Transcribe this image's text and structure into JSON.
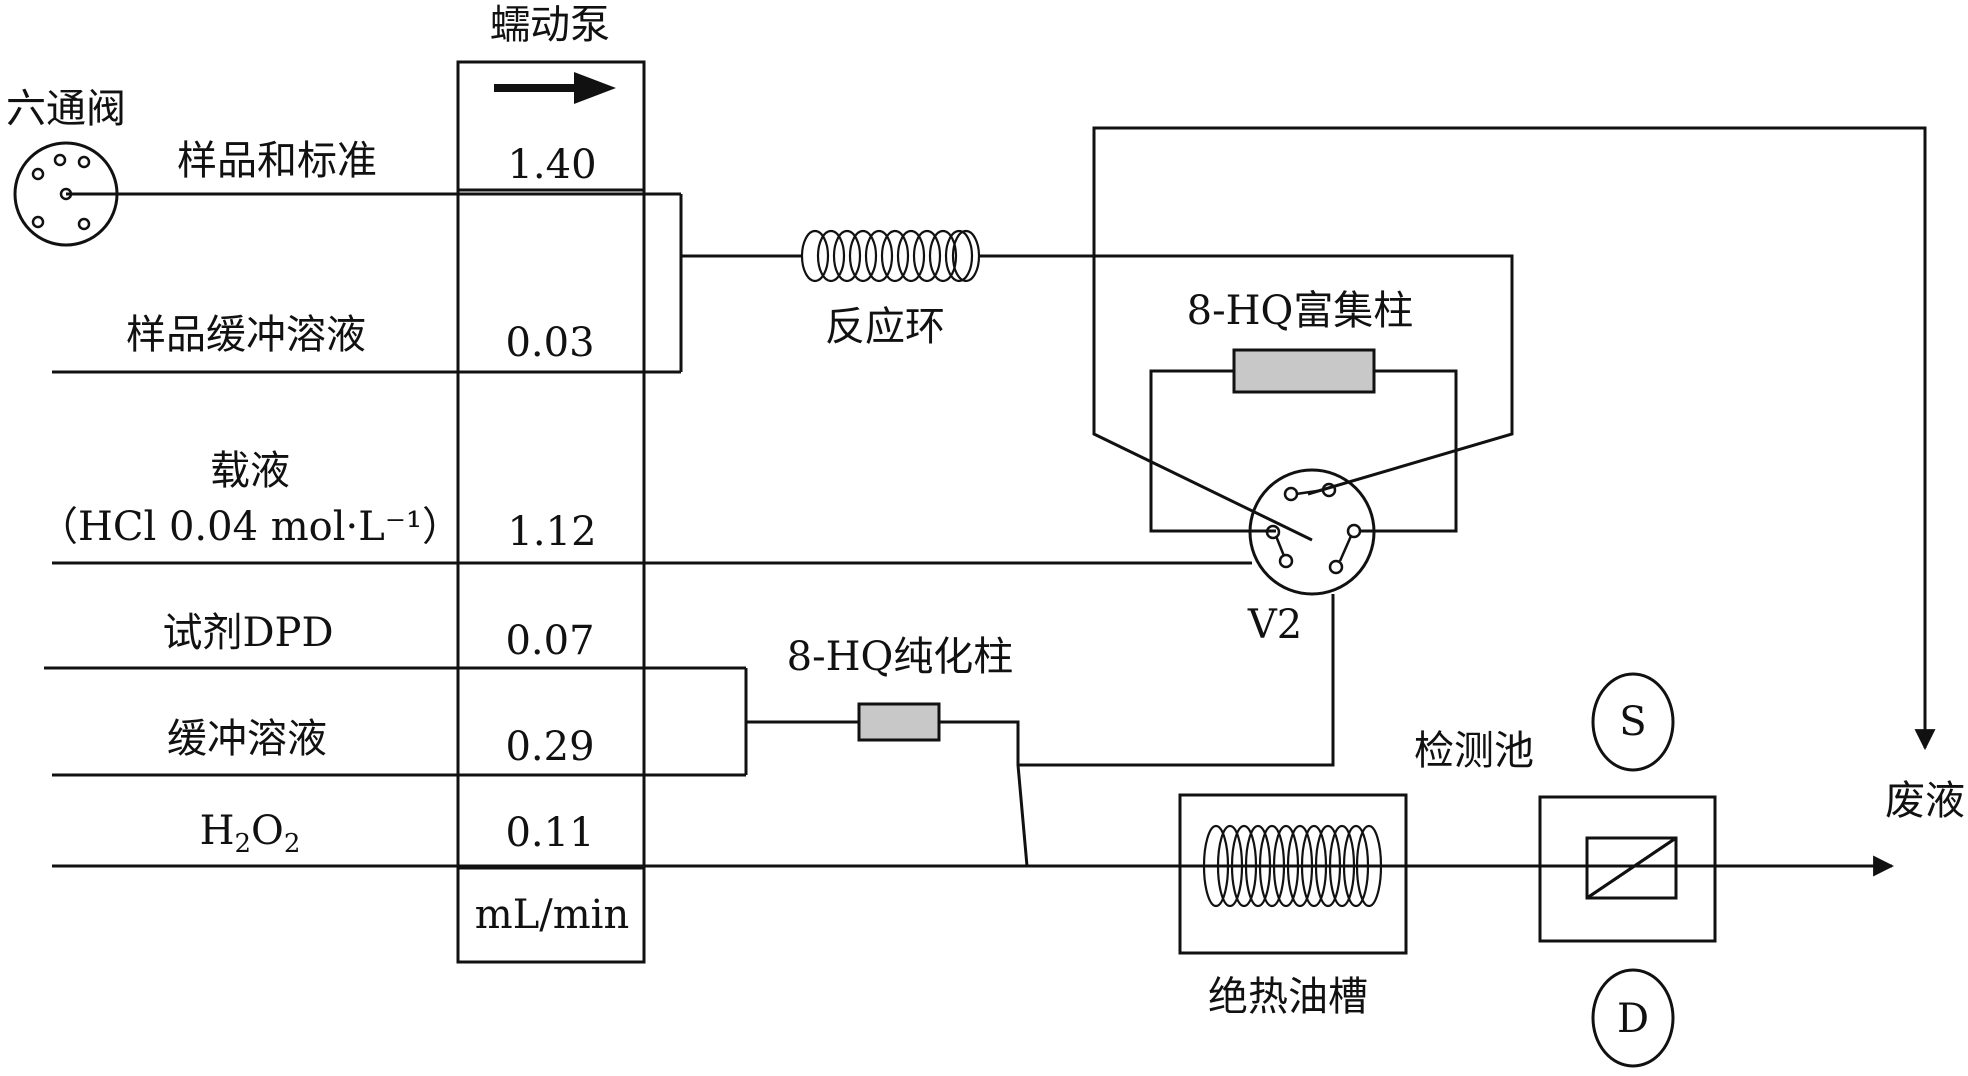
{
  "pump": {
    "title": "蠕动泵",
    "unit": "mL/min",
    "rates": [
      "1.40",
      "0.03",
      "1.12",
      "0.07",
      "0.29",
      "0.11"
    ]
  },
  "inlets": {
    "six_port_valve": "六通阀",
    "sample_standard": "样品和标准",
    "sample_buffer": "样品缓冲溶液",
    "carrier": "载液",
    "carrier_detail": "（HCl 0.04 mol·L⁻¹）",
    "reagent": "试剂DPD",
    "buffer": "缓冲溶液",
    "h2o2": "H",
    "h2o2_sub1": "2",
    "h2o2_o": "O",
    "h2o2_sub2": "2"
  },
  "components": {
    "reaction_loop": "反应环",
    "enrichment_column": "8-HQ富集柱",
    "purification_column": "8-HQ纯化柱",
    "valve_v2": "V2",
    "oil_bath": "绝热油槽",
    "detection_cell": "检测池",
    "source": "S",
    "detector": "D",
    "waste": "废液"
  }
}
